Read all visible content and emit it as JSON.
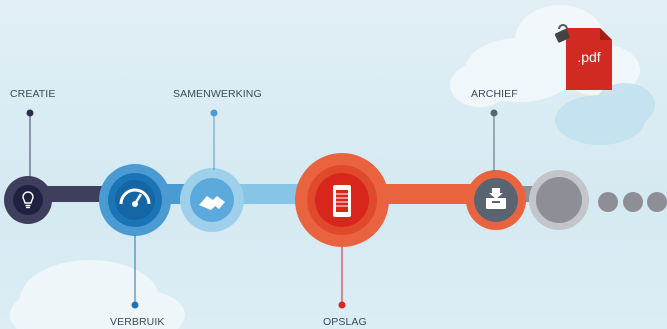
{
  "labels": {
    "creatie": "CREATIE",
    "verbruik": "VERBRUIK",
    "samenwerking": "SAMENWERKING",
    "opslag": "OPSLAG",
    "archief": "ARCHIEF"
  },
  "pdf_badge": ".pdf",
  "colors": {
    "creatie": "#3d3f5c",
    "verbruik": "#1a74b5",
    "samenwerking": "#6bb5e0",
    "opslag": "#e8553a",
    "opslag_core": "#d9261c",
    "archief": "#e9633f",
    "archief_core": "#5a6470",
    "end": "#8e8e96",
    "pdf": "#d02a22"
  }
}
